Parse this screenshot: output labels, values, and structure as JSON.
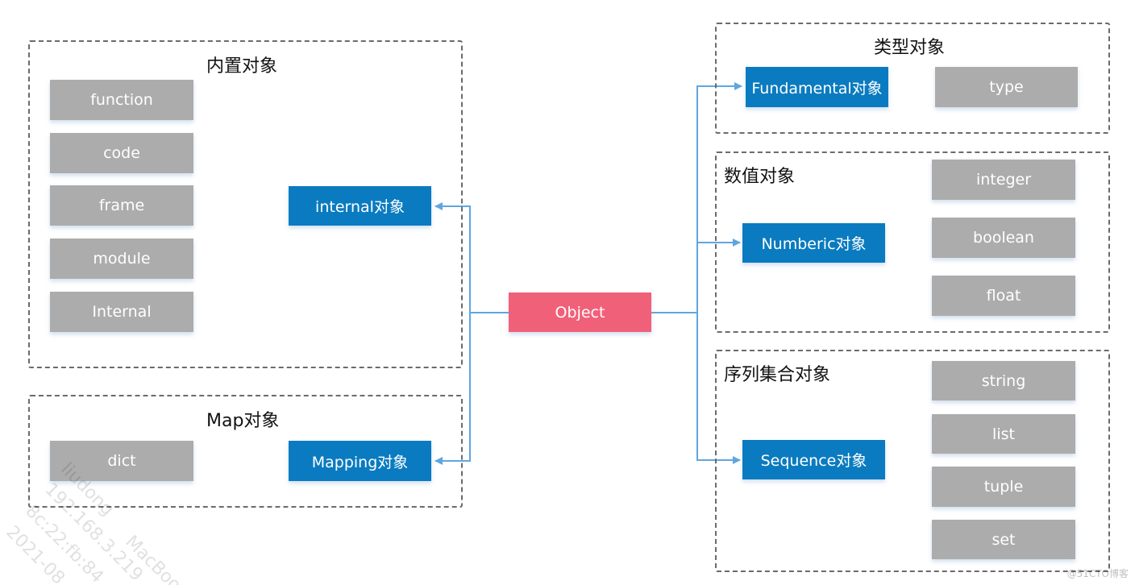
{
  "groups": {
    "builtin": {
      "title": "内置对象",
      "items": [
        "function",
        "code",
        "frame",
        "module",
        "Internal"
      ],
      "hub": "internal对象"
    },
    "map": {
      "title": "Map对象",
      "items": [
        "dict"
      ],
      "hub": "Mapping对象"
    },
    "type": {
      "title": "类型对象",
      "items": [
        "type"
      ],
      "hub": "Fundamental对象"
    },
    "numeric": {
      "title": "数值对象",
      "items": [
        "integer",
        "boolean",
        "float"
      ],
      "hub": "Numberic对象"
    },
    "sequence": {
      "title": "序列集合对象",
      "items": [
        "string",
        "list",
        "tuple",
        "set"
      ],
      "hub": "Sequence对象"
    }
  },
  "root": "Object",
  "colors": {
    "gray": "#acacac",
    "blue": "#0a7bc0",
    "pink": "#f16079",
    "connector": "#5fa6e0"
  },
  "watermark": {
    "corner": "@51CTO博客",
    "diagonal": [
      "liudong",
      "192.168.3.219",
      "8c:22:fb:84",
      "2021-08",
      "MacBoo"
    ]
  }
}
